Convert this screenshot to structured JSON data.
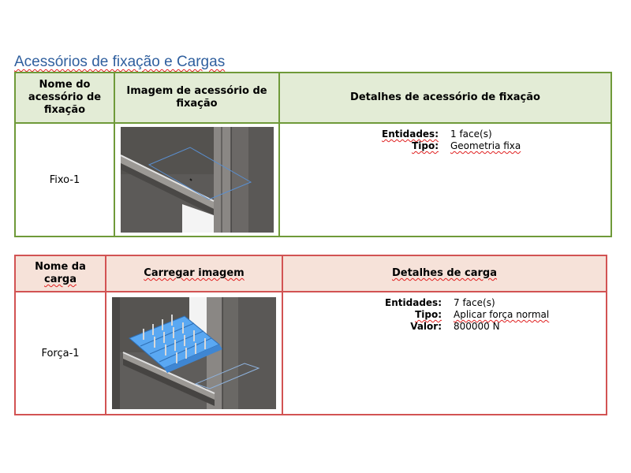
{
  "section_title": "Acessórios de fixação e Cargas",
  "fixtures_table": {
    "headers": [
      "Nome do acessório de fixação",
      "Imagem de acessório de fixação",
      "Detalhes de acessório de fixação"
    ],
    "header_col1_lines": [
      "Nome do",
      "acessório de",
      "fixação"
    ],
    "header_col2_lines": [
      "Imagem de acessório de",
      "fixação"
    ],
    "rows": [
      {
        "name": "Fixo-1",
        "details": [
          {
            "key": "Entidades:",
            "value": "1 face(s)"
          },
          {
            "key": "Tipo:",
            "value": "Geometria fixa"
          }
        ]
      }
    ]
  },
  "loads_table": {
    "headers": [
      "Nome da carga",
      "Carregar imagem",
      "Detalhes de carga"
    ],
    "header_col1_lines": [
      "Nome da",
      "carga"
    ],
    "rows": [
      {
        "name": "Força-1",
        "details": [
          {
            "key": "Entidades:",
            "value": "7 face(s)"
          },
          {
            "key": "Tipo:",
            "value": "Aplicar força normal"
          },
          {
            "key": "Valor:",
            "value": "800000 N"
          }
        ]
      }
    ]
  },
  "colors": {
    "title_blue": "#2f5f9e",
    "fixture_border": "#6f9a39",
    "fixture_header_bg": "#e3ecd6",
    "load_border": "#d25353",
    "load_header_bg": "#f6e2d9",
    "load_face_blue": "#5aa8f2"
  }
}
